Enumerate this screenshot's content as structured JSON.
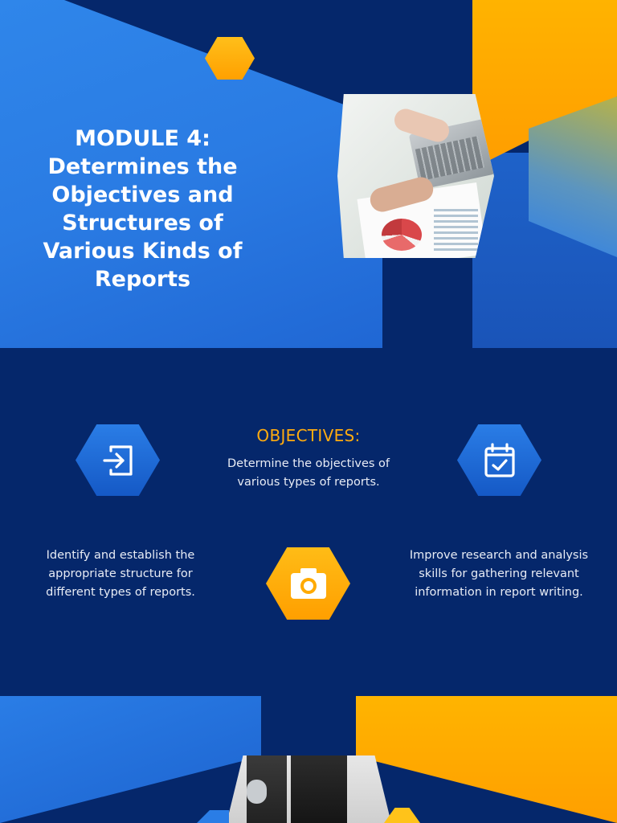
{
  "hero": {
    "title": "MODULE 4: Determines the Objectives and Structures of Various Kinds of Reports"
  },
  "objectives": {
    "heading": "OBJECTIVES:",
    "items": [
      {
        "text": "Determine the objectives of various types of reports.",
        "icon": "calendar-check-icon"
      },
      {
        "text": "Identify and establish the appropriate structure for different types of reports.",
        "icon": "sign-in-icon"
      },
      {
        "text": "Improve research and analysis skills for gathering relevant information in report writing.",
        "icon": "camera-icon"
      }
    ]
  },
  "colors": {
    "background": "#05276b",
    "accent_blue": "#2a7de6",
    "accent_orange": "#ffa800",
    "heading_orange": "#ffab0f"
  }
}
